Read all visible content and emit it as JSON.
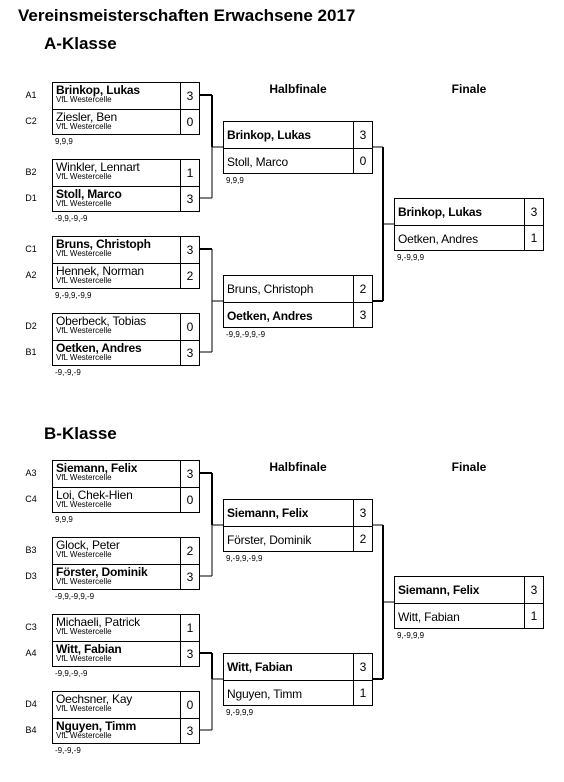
{
  "title": "Vereinsmeisterschaften Erwachsene 2017",
  "col_headers": {
    "semi": "Halbfinale",
    "final": "Finale"
  },
  "classes": [
    {
      "name": "A-Klasse",
      "qf": [
        {
          "p1": {
            "seed": "A1",
            "name": "Brinkop, Lukas",
            "club": "VfL Westercelle",
            "score": "3",
            "winner": true
          },
          "p2": {
            "seed": "C2",
            "name": "Ziesler, Ben",
            "club": "VfL Westercelle",
            "score": "0",
            "winner": false
          },
          "result": "9,9,9"
        },
        {
          "p1": {
            "seed": "B2",
            "name": "Winkler, Lennart",
            "club": "VfL Westercelle",
            "score": "1",
            "winner": false
          },
          "p2": {
            "seed": "D1",
            "name": "Stoll, Marco",
            "club": "VfL Westercelle",
            "score": "3",
            "winner": true
          },
          "result": "-9,9,-9,-9"
        },
        {
          "p1": {
            "seed": "C1",
            "name": "Bruns, Christoph",
            "club": "VfL Westercelle",
            "score": "3",
            "winner": true
          },
          "p2": {
            "seed": "A2",
            "name": "Hennek, Norman",
            "club": "VfL Westercelle",
            "score": "2",
            "winner": false
          },
          "result": "9,-9,9,-9,9"
        },
        {
          "p1": {
            "seed": "D2",
            "name": "Oberbeck, Tobias",
            "club": "VfL Westercelle",
            "score": "0",
            "winner": false
          },
          "p2": {
            "seed": "B1",
            "name": "Oetken, Andres",
            "club": "VfL Westercelle",
            "score": "3",
            "winner": true
          },
          "result": "-9,-9,-9"
        }
      ],
      "sf": [
        {
          "p1": {
            "name": "Brinkop, Lukas",
            "score": "3",
            "winner": true
          },
          "p2": {
            "name": "Stoll, Marco",
            "score": "0",
            "winner": false
          },
          "result": "9,9,9"
        },
        {
          "p1": {
            "name": "Bruns, Christoph",
            "score": "2",
            "winner": false
          },
          "p2": {
            "name": "Oetken, Andres",
            "score": "3",
            "winner": true
          },
          "result": "-9,9,-9,9,-9"
        }
      ],
      "final": {
        "p1": {
          "name": "Brinkop, Lukas",
          "score": "3",
          "winner": true
        },
        "p2": {
          "name": "Oetken, Andres",
          "score": "1",
          "winner": false
        },
        "result": "9,-9,9,9"
      }
    },
    {
      "name": "B-Klasse",
      "qf": [
        {
          "p1": {
            "seed": "A3",
            "name": "Siemann, Felix",
            "club": "VfL Westercelle",
            "score": "3",
            "winner": true
          },
          "p2": {
            "seed": "C4",
            "name": "Loi, Chek-Hien",
            "club": "VfL Westercelle",
            "score": "0",
            "winner": false
          },
          "result": "9,9,9"
        },
        {
          "p1": {
            "seed": "B3",
            "name": "Glock, Peter",
            "club": "VfL Westercelle",
            "score": "2",
            "winner": false
          },
          "p2": {
            "seed": "D3",
            "name": "Förster, Dominik",
            "club": "VfL Westercelle",
            "score": "3",
            "winner": true
          },
          "result": "-9,9,-9,9,-9"
        },
        {
          "p1": {
            "seed": "C3",
            "name": "Michaeli, Patrick",
            "club": "VfL Westercelle",
            "score": "1",
            "winner": false
          },
          "p2": {
            "seed": "A4",
            "name": "Witt, Fabian",
            "club": "VfL Westercelle",
            "score": "3",
            "winner": true
          },
          "result": "-9,9,-9,-9"
        },
        {
          "p1": {
            "seed": "D4",
            "name": "Oechsner, Kay",
            "club": "VfL Westercelle",
            "score": "0",
            "winner": false
          },
          "p2": {
            "seed": "B4",
            "name": "Nguyen, Timm",
            "club": "VfL Westercelle",
            "score": "3",
            "winner": true
          },
          "result": "-9,-9,-9"
        }
      ],
      "sf": [
        {
          "p1": {
            "name": "Siemann, Felix",
            "score": "3",
            "winner": true
          },
          "p2": {
            "name": "Förster, Dominik",
            "score": "2",
            "winner": false
          },
          "result": "9,-9,9,-9,9"
        },
        {
          "p1": {
            "name": "Witt, Fabian",
            "score": "3",
            "winner": true
          },
          "p2": {
            "name": "Nguyen, Timm",
            "score": "1",
            "winner": false
          },
          "result": "9,-9,9,9"
        }
      ],
      "final": {
        "p1": {
          "name": "Siemann, Felix",
          "score": "3",
          "winner": true
        },
        "p2": {
          "name": "Witt, Fabian",
          "score": "1",
          "winner": false
        },
        "result": "9,-9,9,9"
      }
    }
  ]
}
